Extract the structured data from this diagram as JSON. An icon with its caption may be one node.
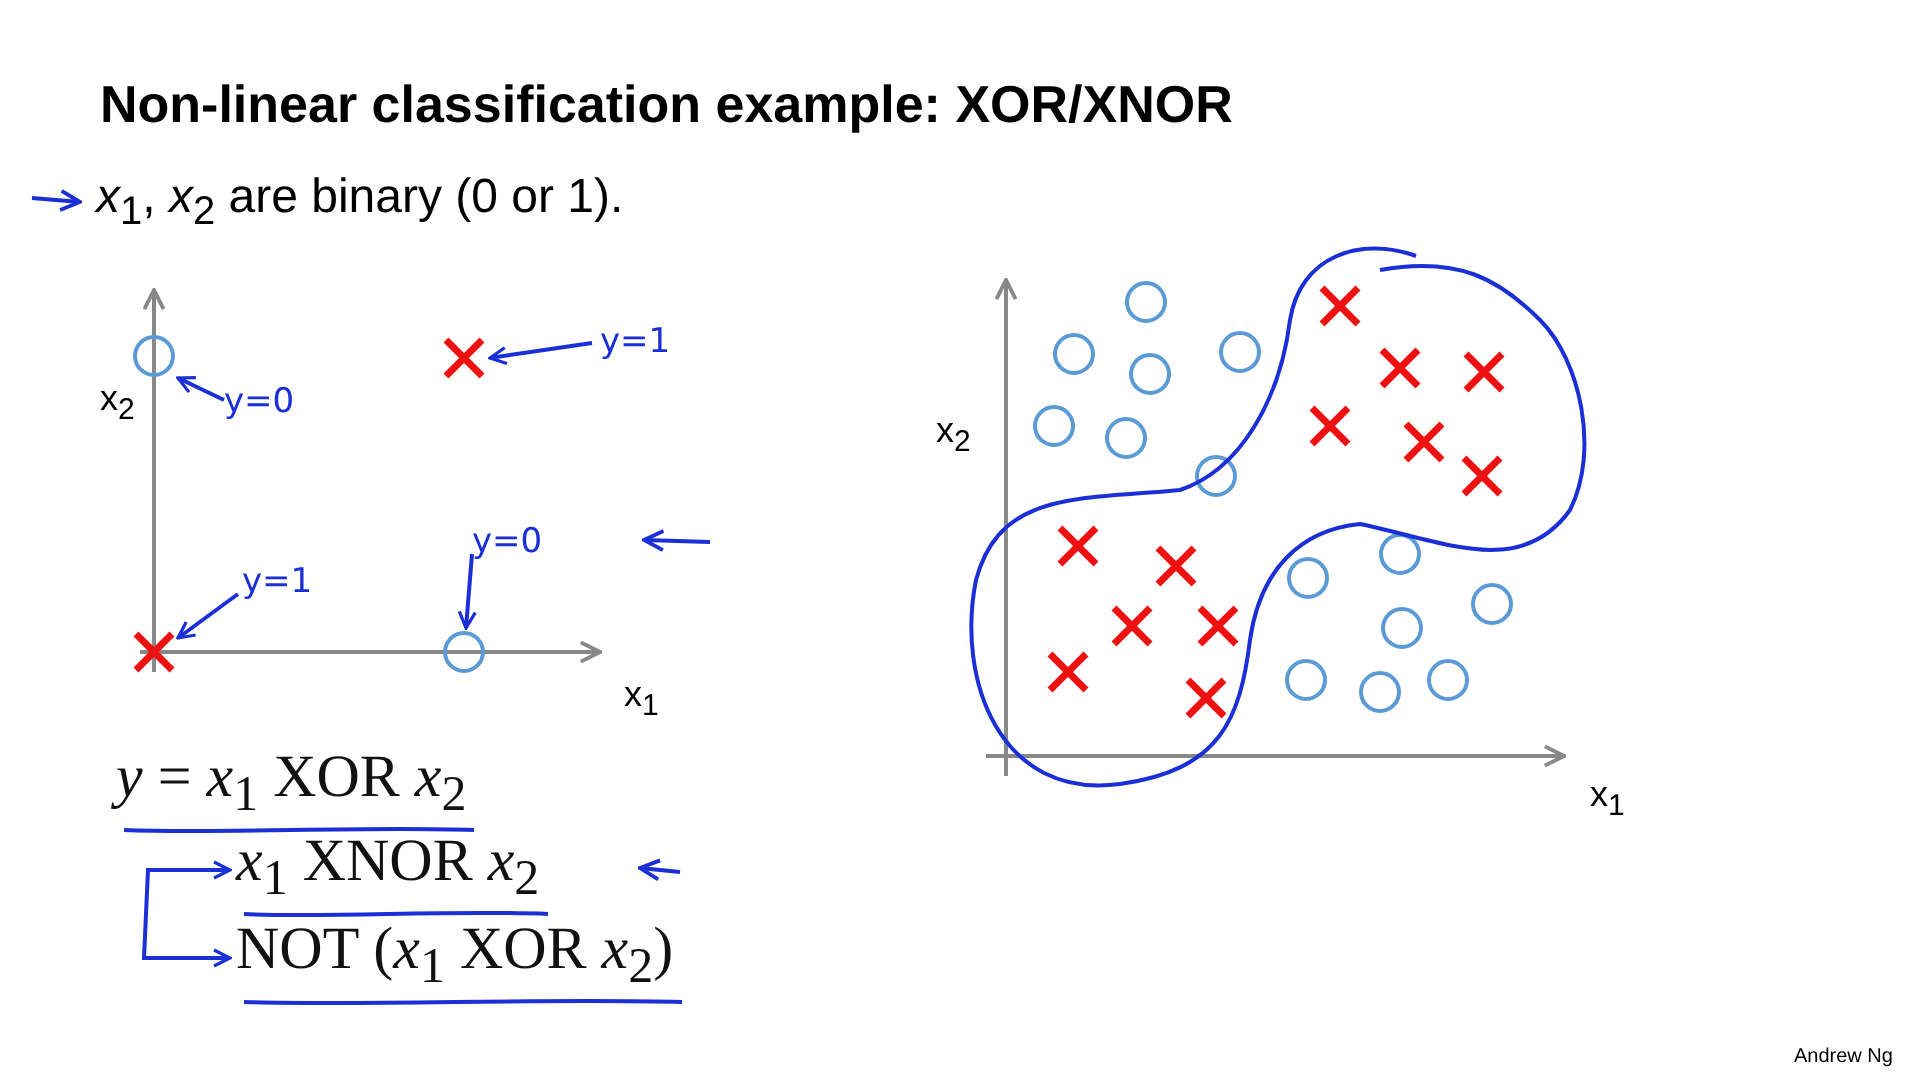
{
  "diagram": {
    "title": "Non-linear classification example: XOR/XNOR",
    "nodes": [
      {
        "text": [
          "y=0"
        ]
      },
      {
        "text": [
          "y=1"
        ]
      },
      {
        "text": [
          "y=0"
        ]
      },
      {
        "text": [
          "y=1"
        ]
      },
      {
        "text": [],
        "shape": "circle"
      },
      {
        "text": [],
        "shape": "cross"
      },
      {
        "text": [],
        "shape": "circle"
      },
      {
        "text": [],
        "shape": "cross"
      },
      {
        "text": [
          "*y* = *x*$_{1}$ XOR *x*$_{2}$"
        ]
      },
      {
        "text": [
          "*x*$_{1}$ XNOR *x*$_{2}$"
        ]
      },
      {
        "text": [
          "NOT (*x*$_{1}$ XOR *x*$_{2}$)"
        ]
      }
    ],
    "edges": [
      {
        "from": 0,
        "to": 4,
        "arrow": "to"
      },
      {
        "from": 1,
        "to": 5,
        "arrow": "to"
      },
      {
        "from": 2,
        "to": 6,
        "arrow": "to"
      },
      {
        "from": 3,
        "to": 7,
        "arrow": "to"
      },
      {
        "from": 9,
        "to": 10,
        "arrow": "both"
      }
    ],
    "labels": [
      "*x*$_{1}$, *x*$_{2}$ are binary (0 or 1).",
      "x$_{2}$",
      "x$_{1}$",
      "x$_{2}$",
      "x$_{1}$",
      "Andrew Ng"
    ]
  }
}
